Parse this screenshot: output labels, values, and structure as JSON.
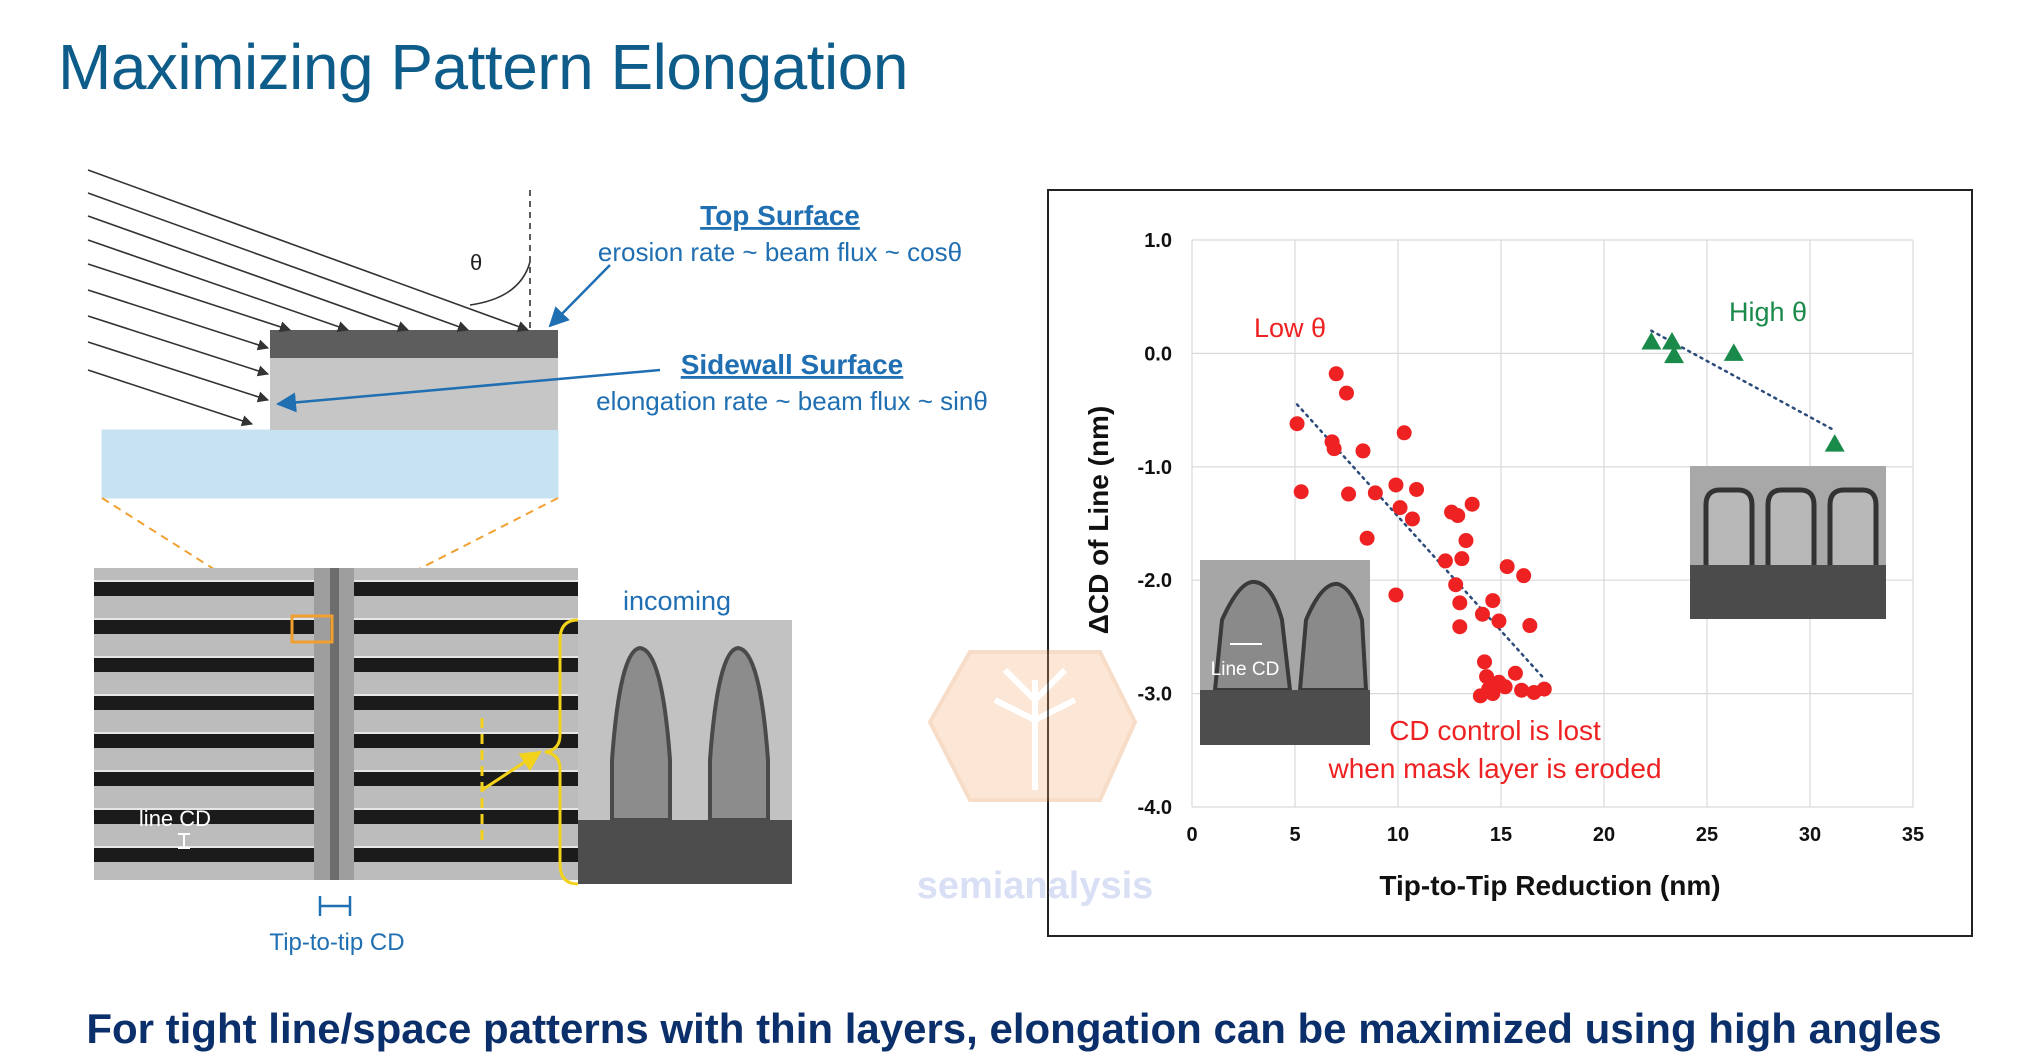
{
  "slide": {
    "title": "Maximizing Pattern Elongation",
    "footer": "For tight line/space patterns with thin layers, elongation can be maximized using high angles",
    "watermark": "semianalysis"
  },
  "diagram": {
    "theta_symbol": "θ",
    "top_surface_title": "Top Surface",
    "top_surface_desc": "erosion rate ~ beam flux ~ cosθ",
    "sidewall_title": "Sidewall Surface",
    "sidewall_desc": "elongation rate ~ beam flux ~ sinθ",
    "incoming_label": "incoming",
    "line_cd_label": "line CD",
    "tip_to_tip_label": "Tip-to-tip CD"
  },
  "colors": {
    "title": "#0e5c8a",
    "footer": "#0b2f6b",
    "label_blue": "#1f6fb2",
    "low_theta": "#ee2222",
    "high_theta": "#1a8a4a",
    "highlight_orange": "#f0a030",
    "bracket_yellow": "#f2d21a",
    "substrate": "#c7e3f2"
  },
  "chart_data": {
    "type": "scatter",
    "xlabel": "Tip-to-Tip Reduction (nm)",
    "ylabel": "ΔCD of Line (nm)",
    "xlim": [
      0,
      35
    ],
    "ylim": [
      -4.0,
      1.0
    ],
    "x_ticks": [
      "0",
      "5",
      "10",
      "15",
      "20",
      "25",
      "30",
      "35"
    ],
    "y_ticks": [
      "1.0",
      "0.0",
      "-1.0",
      "-2.0",
      "-3.0",
      "-4.0"
    ],
    "grid": true,
    "annotations": {
      "low_label": "Low θ",
      "high_label": "High θ",
      "cd_note_1": "CD control is lost",
      "cd_note_2": "when mask layer is eroded",
      "inset_label": "Line CD"
    },
    "series": [
      {
        "name": "Low θ",
        "marker": "circle",
        "color": "#ee2222",
        "points": [
          [
            5.1,
            -0.62
          ],
          [
            5.3,
            -1.22
          ],
          [
            6.8,
            -0.78
          ],
          [
            6.9,
            -0.84
          ],
          [
            7.0,
            -0.18
          ],
          [
            7.5,
            -0.35
          ],
          [
            7.6,
            -1.24
          ],
          [
            8.3,
            -0.86
          ],
          [
            8.5,
            -1.63
          ],
          [
            8.9,
            -1.23
          ],
          [
            9.9,
            -1.16
          ],
          [
            10.1,
            -1.36
          ],
          [
            10.3,
            -0.7
          ],
          [
            10.7,
            -1.46
          ],
          [
            10.9,
            -1.2
          ],
          [
            9.9,
            -2.13
          ],
          [
            12.3,
            -1.83
          ],
          [
            12.6,
            -1.4
          ],
          [
            12.9,
            -1.43
          ],
          [
            13.1,
            -1.81
          ],
          [
            13.3,
            -1.65
          ],
          [
            13.6,
            -1.33
          ],
          [
            12.8,
            -2.04
          ],
          [
            13.0,
            -2.2
          ],
          [
            13.0,
            -2.41
          ],
          [
            14.1,
            -2.3
          ],
          [
            14.6,
            -2.18
          ],
          [
            14.9,
            -2.36
          ],
          [
            15.3,
            -1.88
          ],
          [
            16.1,
            -1.96
          ],
          [
            16.4,
            -2.4
          ],
          [
            14.2,
            -2.72
          ],
          [
            14.3,
            -2.85
          ],
          [
            14.4,
            -2.96
          ],
          [
            14.6,
            -3.0
          ],
          [
            14.9,
            -2.9
          ],
          [
            15.2,
            -2.94
          ],
          [
            15.7,
            -2.82
          ],
          [
            16.0,
            -2.97
          ],
          [
            16.6,
            -2.99
          ],
          [
            17.1,
            -2.96
          ],
          [
            14.0,
            -3.02
          ]
        ],
        "trendline": [
          [
            5.1,
            -0.45
          ],
          [
            17.0,
            -2.85
          ]
        ]
      },
      {
        "name": "High θ",
        "marker": "triangle",
        "color": "#1a8a4a",
        "points": [
          [
            22.3,
            0.1
          ],
          [
            23.3,
            0.1
          ],
          [
            23.4,
            -0.02
          ],
          [
            26.3,
            0.0
          ],
          [
            31.2,
            -0.8
          ]
        ],
        "trendline": [
          [
            22.3,
            0.2
          ],
          [
            31.2,
            -0.68
          ]
        ]
      }
    ]
  }
}
